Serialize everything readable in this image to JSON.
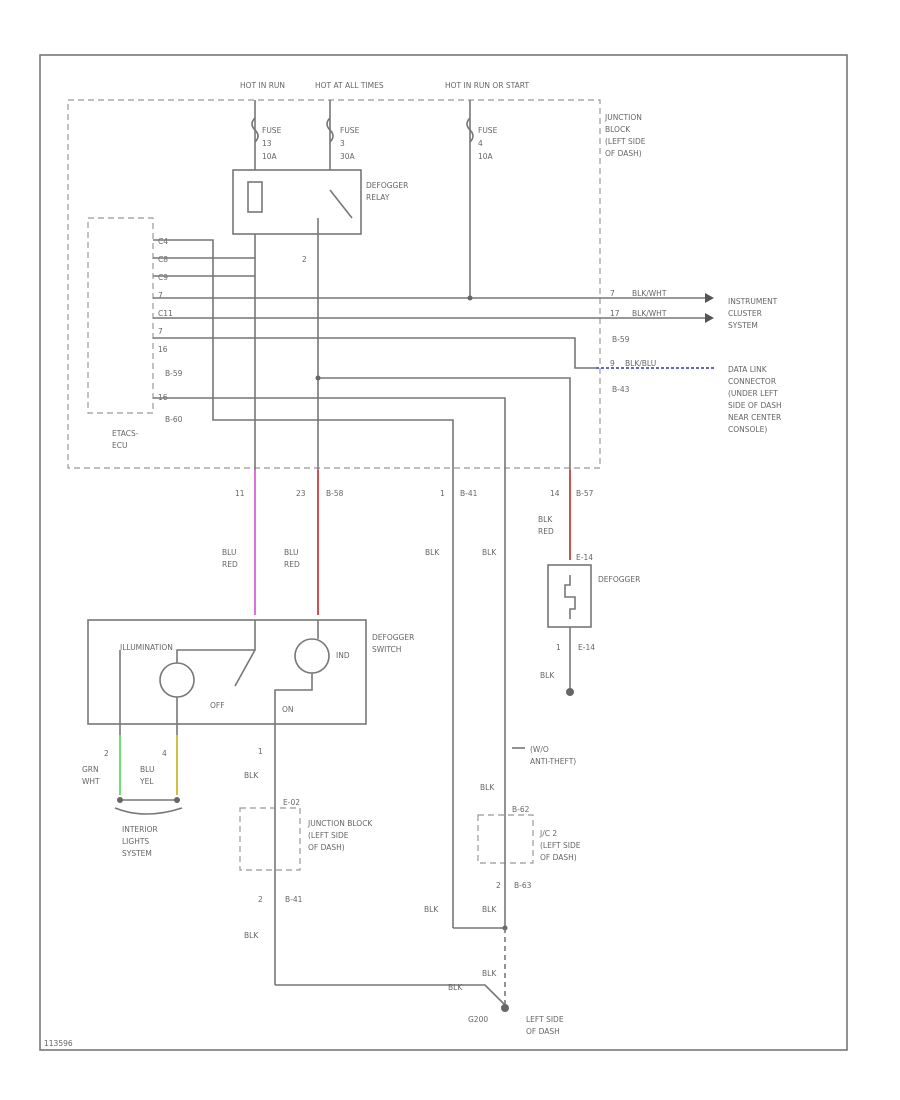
{
  "colors": {
    "line": "#777777",
    "pink": "#e070e0",
    "red": "#d05050",
    "green": "#70e070",
    "yellow": "#d0c040",
    "blue": "#5050c0"
  },
  "supply": {
    "hot_in_run": "HOT IN RUN",
    "hot_at_all_times": "HOT AT ALL TIMES",
    "hot_in_run_or_start": "HOT IN RUN OR START"
  },
  "fuses": {
    "f1": {
      "label": "FUSE",
      "num": "13",
      "amps": "10A"
    },
    "f2": {
      "label": "FUSE",
      "num": "3",
      "amps": "30A"
    },
    "f3": {
      "label": "FUSE",
      "num": "4",
      "amps": "10A"
    }
  },
  "junction_block": [
    "JUNCTION",
    "BLOCK",
    "(LEFT SIDE",
    "OF DASH)"
  ],
  "relay": [
    "DEFOGGER",
    "RELAY"
  ],
  "relay_pin": "2",
  "ecu": {
    "title": [
      "ETACS-",
      "ECU"
    ],
    "pins": [
      "C4",
      "C8",
      "C9",
      "7",
      "C11",
      "7",
      "16",
      "16"
    ],
    "conn1": "B-59",
    "conn2": "B-60"
  },
  "cluster": {
    "wire1": "BLK/WHT",
    "wire2": "BLK/WHT",
    "pin1": "7",
    "pin2": "17",
    "label": [
      "INSTRUMENT",
      "CLUSTER",
      "SYSTEM"
    ],
    "conn": "B-59"
  },
  "datalink": {
    "wire": "BLK/BLU",
    "pin": "9",
    "conn": "B-43",
    "label": [
      "DATA LINK",
      "CONNECTOR",
      "(UNDER LEFT",
      "SIDE OF DASH",
      "NEAR CENTER",
      "CONSOLE)"
    ]
  },
  "jb_bottom": {
    "pin_a": "11",
    "pin_b": "23",
    "conn_b": "B-58",
    "pin_c": "1",
    "conn_c": "B-41",
    "pin_d": "14",
    "conn_d": "B-57"
  },
  "wires": {
    "w1": [
      "BLU",
      "RED"
    ],
    "w2": [
      "BLU",
      "RED"
    ],
    "blk_a": "BLK",
    "blk_b": "BLK",
    "w4": [
      "BLK",
      "RED"
    ]
  },
  "defogger": {
    "label": "DEFOGGER",
    "conn": "E-14",
    "top": "E-14",
    "pin": "1",
    "wire": "BLK"
  },
  "switch": {
    "label": [
      "DEFOGGER",
      "SWITCH"
    ],
    "illum": "ILLUMINATION",
    "ind": "IND",
    "off": "OFF",
    "on": "ON"
  },
  "bottom_left": {
    "pin2": "2",
    "pin4": "4",
    "w_grn": [
      "GRN",
      "WHT"
    ],
    "w_blu": [
      "BLU",
      "YEL"
    ],
    "interior": [
      "INTERIOR",
      "LIGHTS",
      "SYSTEM"
    ],
    "sw_pin": "1",
    "sw_wire": "BLK",
    "jb_conn": "E-02",
    "jb_label": [
      "JUNCTION BLOCK",
      "(LEFT SIDE",
      "OF DASH)"
    ],
    "jb_pin": "2",
    "jb_conn2": "B-41",
    "jb_wire": "BLK"
  },
  "bottom_right": {
    "note": [
      "(W/O",
      "ANTI-THEFT)"
    ],
    "wire_top": "BLK",
    "wire_top2": "BLK",
    "jc_conn": "B-62",
    "jc_label": [
      "J/C 2",
      "(LEFT SIDE",
      "OF DASH)"
    ],
    "jc_pin": "2",
    "jc_conn2": "B-63",
    "blk1": "BLK",
    "blk2": "BLK",
    "blk3": "BLK",
    "blk4": "BLK",
    "ground": "G200",
    "ground_label": [
      "LEFT SIDE",
      "OF DASH"
    ]
  },
  "fig_id": "113596"
}
